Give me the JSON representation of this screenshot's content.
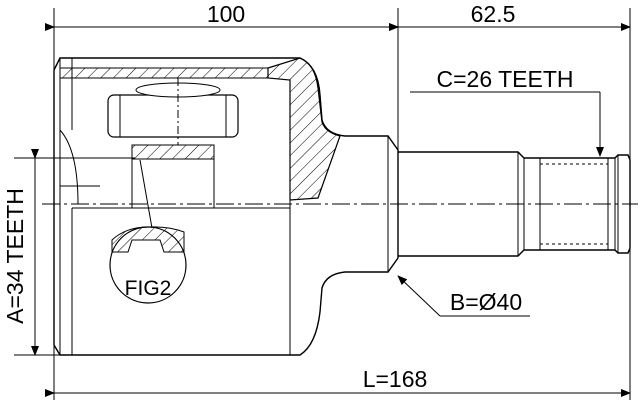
{
  "dimensions": {
    "housing_length": "100",
    "shaft_length": "62.5",
    "total_length": "L=168"
  },
  "callouts": {
    "outer_spline": "C=26 TEETH",
    "inner_spline": "A=34 TEETH",
    "seal_diameter": "B=Ø40",
    "detail_ref": "FIG2"
  },
  "colors": {
    "line": "#000000",
    "background": "#ffffff"
  }
}
